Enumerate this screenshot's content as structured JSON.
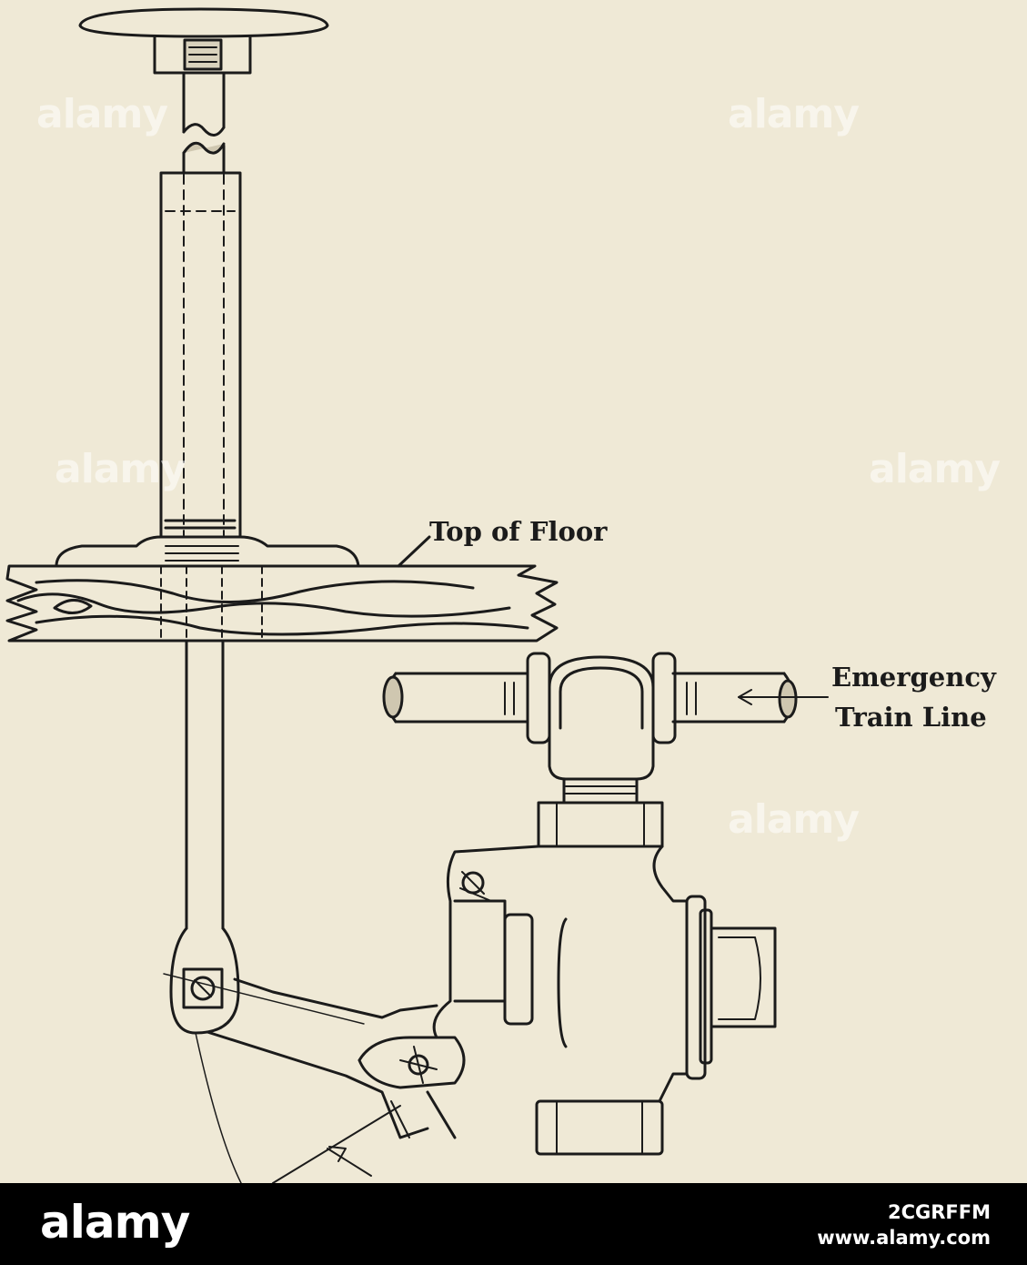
{
  "labels": {
    "floor": "Top of Floor",
    "line_top": "Emergency",
    "line_bottom": "Train Line"
  },
  "watermark": {
    "text": "alamy"
  },
  "footer": {
    "logo": "alamy",
    "image_id": "2CGRFFM",
    "site": "www.alamy.com"
  },
  "colors": {
    "paper": "#efe9d6",
    "ink": "#1b1b1b",
    "footer_bg": "#000000",
    "footer_text": "#ffffff"
  }
}
